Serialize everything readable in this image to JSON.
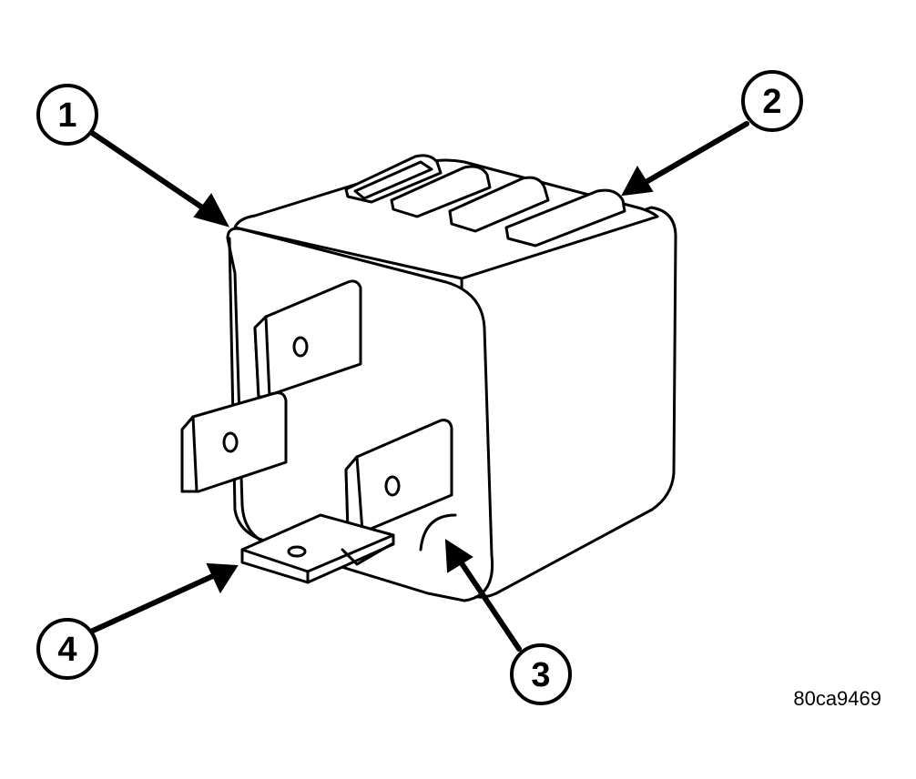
{
  "callouts": [
    {
      "number": "1"
    },
    {
      "number": "2"
    },
    {
      "number": "3"
    },
    {
      "number": "4"
    }
  ],
  "figure_id": "80ca9469",
  "colors": {
    "line": "#000000",
    "fill": "#ffffff"
  }
}
